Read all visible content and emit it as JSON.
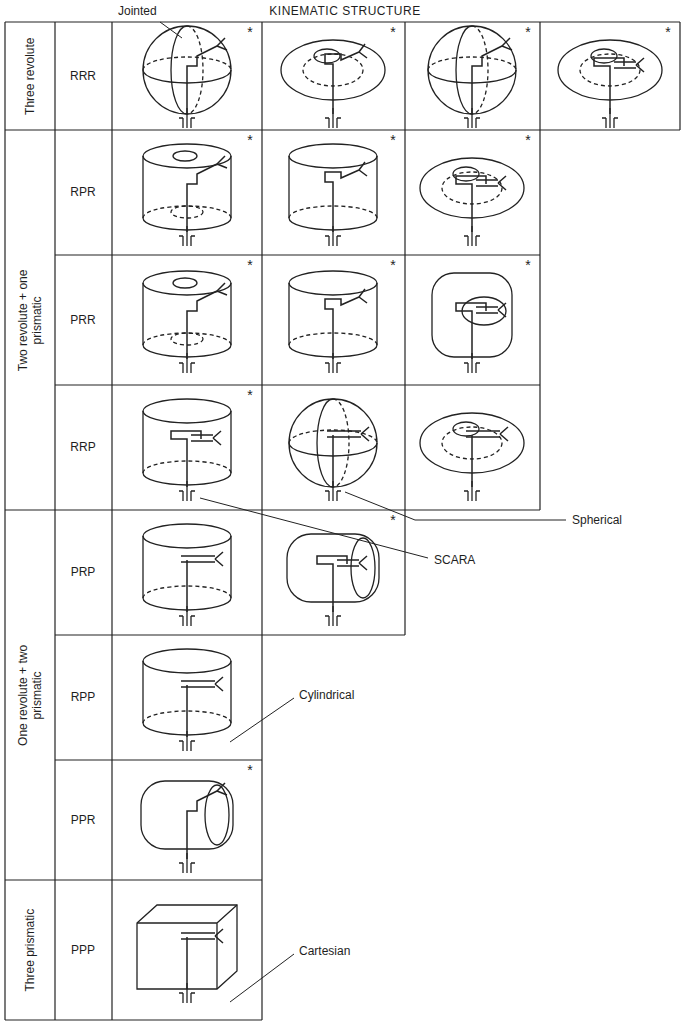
{
  "diagram": {
    "title": "KINEMATIC STRUCTURE",
    "labels": [
      "Jointed",
      "Three revolute",
      "RRR",
      "*",
      "*",
      "*",
      "*",
      "Two revolute + one prismatic",
      "RPR",
      "*",
      "*",
      "*",
      "PRR",
      "*",
      "*",
      "*",
      "RRP",
      "*",
      "Spherical",
      "SCARA",
      "One revolute + two prismatic",
      "PRP",
      "*",
      "RPP",
      "Cylindrical",
      "PPR",
      "*",
      "Three prismatic",
      "PPP",
      "Cartesian"
    ]
  }
}
